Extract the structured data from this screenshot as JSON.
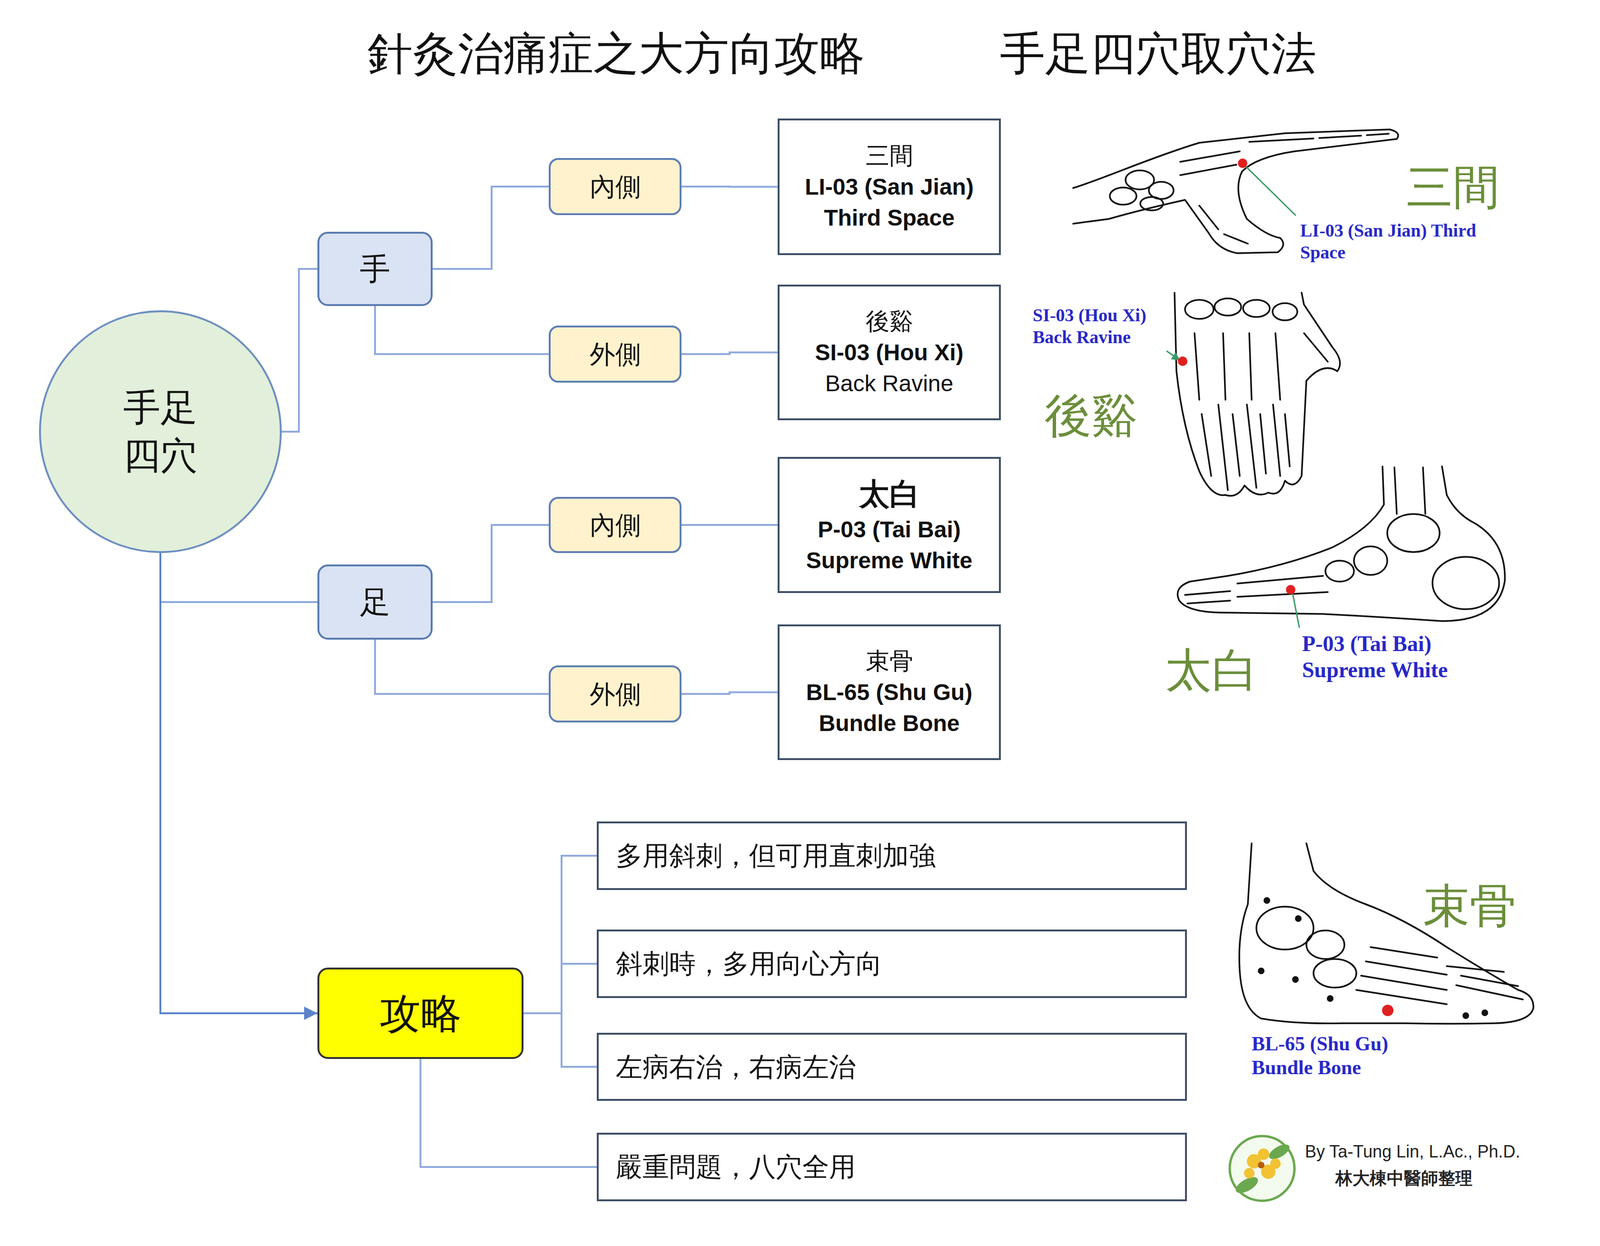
{
  "diagram": {
    "title": "針灸治痛症之大方向攻略",
    "nodes": [
      {
        "text": [
          "手足 四穴"
        ]
      },
      {
        "text": [
          "手"
        ]
      },
      {
        "text": [
          "內側"
        ]
      },
      {
        "text": [
          "三間",
          "LI-03 (San Jian)",
          "Third Space"
        ]
      },
      {
        "text": [
          "外側"
        ]
      },
      {
        "text": [
          "後谿",
          "SI-03 (Hou Xi)",
          "Back Ravine"
        ]
      },
      {
        "text": [
          "足"
        ]
      },
      {
        "text": [
          "內側"
        ]
      },
      {
        "text": [
          "太白",
          "P-03 (Tai Bai)",
          "Supreme White"
        ]
      },
      {
        "text": [
          "外側"
        ]
      },
      {
        "text": [
          "束骨",
          "BL-65 (Shu Gu)",
          "Bundle Bone"
        ]
      },
      {
        "text": [
          "攻略"
        ]
      },
      {
        "text": [
          "多用斜刺，但可用直刺加強"
        ]
      },
      {
        "text": [
          "斜刺時，多用向心方向"
        ]
      },
      {
        "text": [
          "左病右治，右病左治"
        ]
      },
      {
        "text": [
          "嚴重問題，八穴全用"
        ]
      }
    ],
    "edges": [
      {
        "from": 0,
        "to": 1,
        "arrow": "none"
      },
      {
        "from": 0,
        "to": 6,
        "arrow": "none"
      },
      {
        "from": 1,
        "to": 2,
        "arrow": "none"
      },
      {
        "from": 1,
        "to": 4,
        "arrow": "none"
      },
      {
        "from": 2,
        "to": 3,
        "arrow": "none"
      },
      {
        "from": 4,
        "to": 5,
        "arrow": "none"
      },
      {
        "from": 6,
        "to": 7,
        "arrow": "none"
      },
      {
        "from": 6,
        "to": 9,
        "arrow": "none"
      },
      {
        "from": 7,
        "to": 8,
        "arrow": "none"
      },
      {
        "from": 9,
        "to": 10,
        "arrow": "none"
      },
      {
        "from": 0,
        "to": 11,
        "arrow": "to"
      },
      {
        "from": 11,
        "to": 12,
        "arrow": "none"
      },
      {
        "from": 11,
        "to": 13,
        "arrow": "none"
      },
      {
        "from": 11,
        "to": 14,
        "arrow": "none"
      },
      {
        "from": 11,
        "to": 15,
        "arrow": "none"
      }
    ],
    "labels": [
      "手足四穴取穴法",
      "三間",
      "LI-03 (San Jian) Third Space",
      "SI-03 (Hou Xi) Back Ravine",
      "後谿",
      "太白",
      "P-03 (Tai Bai) Supreme White",
      "束骨",
      "BL-65 (Shu Gu) Bundle Bone",
      "By Ta-Tung Lin, L.Ac., Ph.D.",
      "林大棟中醫師整理"
    ]
  }
}
